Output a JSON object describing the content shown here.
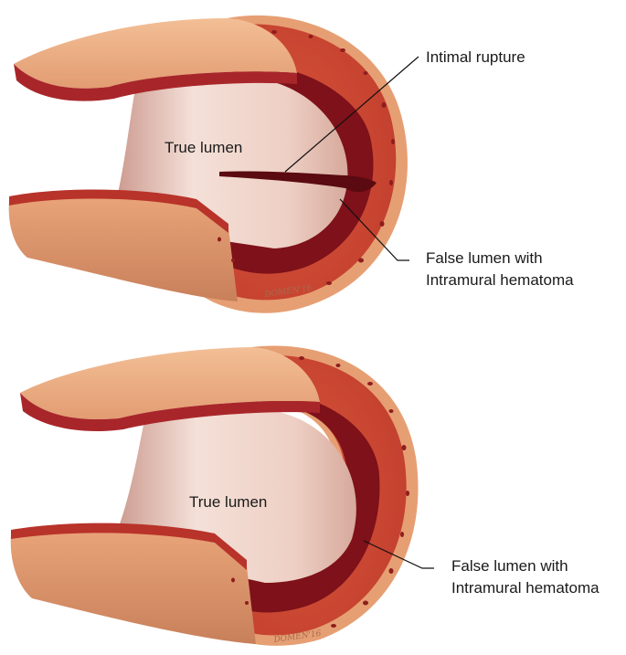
{
  "panels": [
    {
      "true_lumen": "True lumen",
      "rupture_label": "Intimal rupture",
      "false_lumen_line1": "False lumen with",
      "false_lumen_line2": "Intramural hematoma",
      "signature": "DOMEN'16"
    },
    {
      "true_lumen": "True lumen",
      "false_lumen_line1": "False lumen with",
      "false_lumen_line2": "Intramural hematoma",
      "signature": "DOMEN'16"
    }
  ],
  "colors": {
    "adventitia": "#e9a578",
    "adventitia_shade": "#c98059",
    "media": "#d8553a",
    "media_dark": "#b8332a",
    "hematoma": "#7a0f18",
    "lumen": "#f2dad2",
    "lumen_shade": "#d9b3a7"
  }
}
